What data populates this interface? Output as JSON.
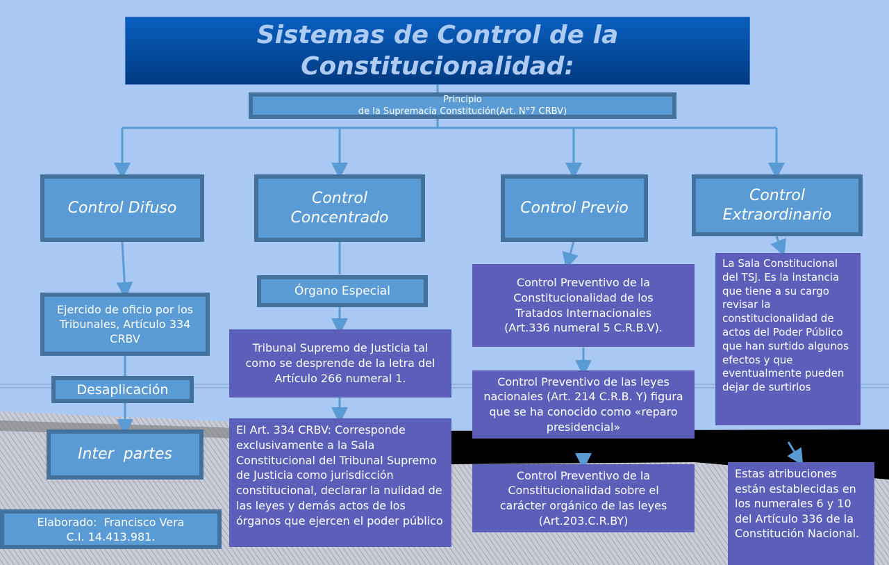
{
  "title": "Sistemas de Control de la Constitucionalidad:",
  "principle": {
    "line1": "Principio",
    "line2": "de la Supremacía Constitución(Art. N°7 CRBV)"
  },
  "categories": {
    "difuso": "Control Difuso",
    "concentrado": "Control Concentrado",
    "previo": "Control Previo",
    "extraordinario": "Control Extraordinario"
  },
  "difuso": {
    "ejercicio": "Ejercido de oficio por los Tribunales, Artículo 334 CRBV",
    "desaplicacion": "Desaplicación",
    "inter_partes": "Inter  partes"
  },
  "concentrado": {
    "organo": "Órgano Especial",
    "tribunal": "Tribunal Supremo de Justicia tal como se desprende de la letra del Artículo 266 numeral 1.",
    "art334": "El Art. 334 CRBV: Corresponde exclusivamente a la Sala Constitucional del Tribunal Supremo de Justicia como jurisdicción constitucional, declarar la nulidad de las leyes y demás actos de los órganos que ejercen el poder público"
  },
  "previo": {
    "tratados": "Control Preventivo de la Constitucionalidad de los Tratados Internacionales (Art.336 numeral 5 C.R.B.V).",
    "leyes": "Control Preventivo de las leyes nacionales (Art. 214 C.R.B. Y) figura que se ha conocido como «reparo presidencial»",
    "organico": "Control Preventivo de la Constitucionalidad sobre el carácter orgánico de las leyes (Art.203.C.R.BY)"
  },
  "extraordinario": {
    "sala": "La Sala Constitucional del TSJ. Es la instancia que tiene a su cargo revisar la constitucionalidad de actos del Poder Público que han surtido algunos efectos y que eventualmente pueden dejar de surtirlos",
    "atribuciones": "Estas atribuciones están establecidas en los numerales 6 y 10 del Artículo 336 de la Constitución Nacional."
  },
  "author": {
    "line1": "Elaborado:  Francisco Vera",
    "line2": "C.I. 14.413.981."
  },
  "colors": {
    "background": "#a9c8f4",
    "box_blue": "#5b9bd5",
    "box_border": "#41719c",
    "box_purple": "#5b5fb9",
    "title_bg": "#003a80",
    "title_text": "#aecbf3"
  }
}
